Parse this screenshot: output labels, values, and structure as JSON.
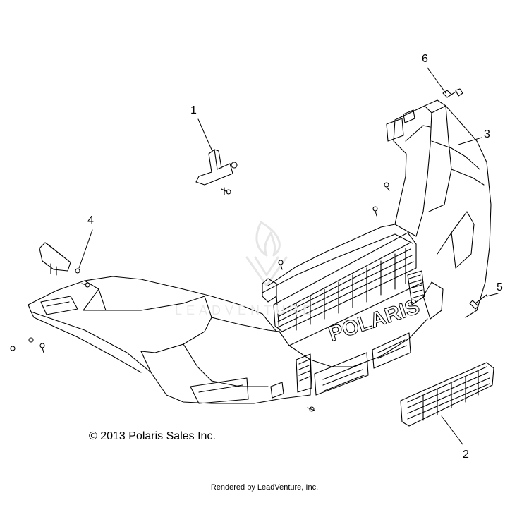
{
  "diagram": {
    "callouts": [
      {
        "id": "1",
        "label": "1"
      },
      {
        "id": "2",
        "label": "2"
      },
      {
        "id": "3",
        "label": "3"
      },
      {
        "id": "4",
        "label": "4"
      },
      {
        "id": "5",
        "label": "5"
      },
      {
        "id": "6",
        "label": "6"
      }
    ],
    "bumper_text": "POLARIS",
    "watermark_text": "LEADVENTURE",
    "copyright": "© 2013 Polaris Sales Inc.",
    "rendered_by": "Rendered by LeadVenture, Inc."
  }
}
